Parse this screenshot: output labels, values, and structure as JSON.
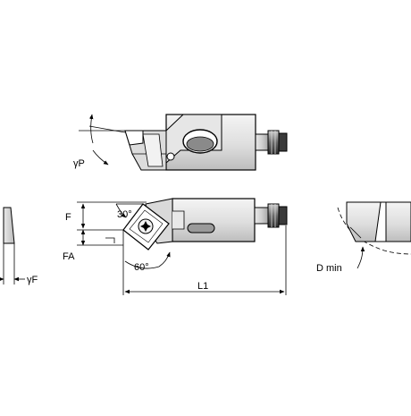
{
  "labels": {
    "gamma_p": "γP",
    "gamma_f": "γF",
    "f": "F",
    "fa": "FA",
    "angle_30": "30°",
    "angle_60": "60°",
    "l1": "L1",
    "d_min": "D min"
  },
  "colors": {
    "line": "#000000",
    "body_light": "#ededed",
    "body_mid": "#d4d4d4",
    "body_dark": "#8c8c8c",
    "insert_fill": "#ffffff"
  }
}
